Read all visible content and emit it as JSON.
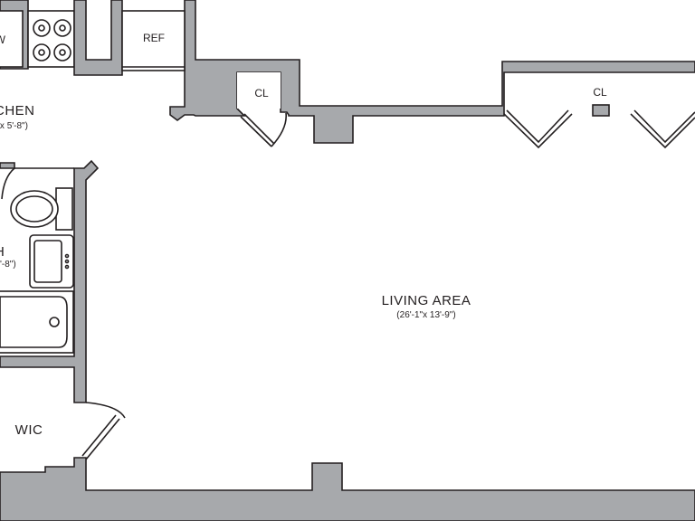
{
  "rooms": {
    "living": {
      "name": "LIVING AREA",
      "dims": "(26'-1\"x 13'-9\")"
    },
    "kitchen": {
      "name": "CHEN",
      "dims": "'x 5'-8\")"
    },
    "bath": {
      "name": "H",
      "dims": "'-8\")"
    },
    "wic": {
      "name": "WIC"
    },
    "closet_left": {
      "name": "CL"
    },
    "closet_right": {
      "name": "CL"
    },
    "fridge": {
      "name": "REF"
    },
    "appliance": {
      "name": "W"
    }
  },
  "colors": {
    "wall_fill": "#a7a9ac",
    "line": "#231f20",
    "background": "#ffffff"
  }
}
